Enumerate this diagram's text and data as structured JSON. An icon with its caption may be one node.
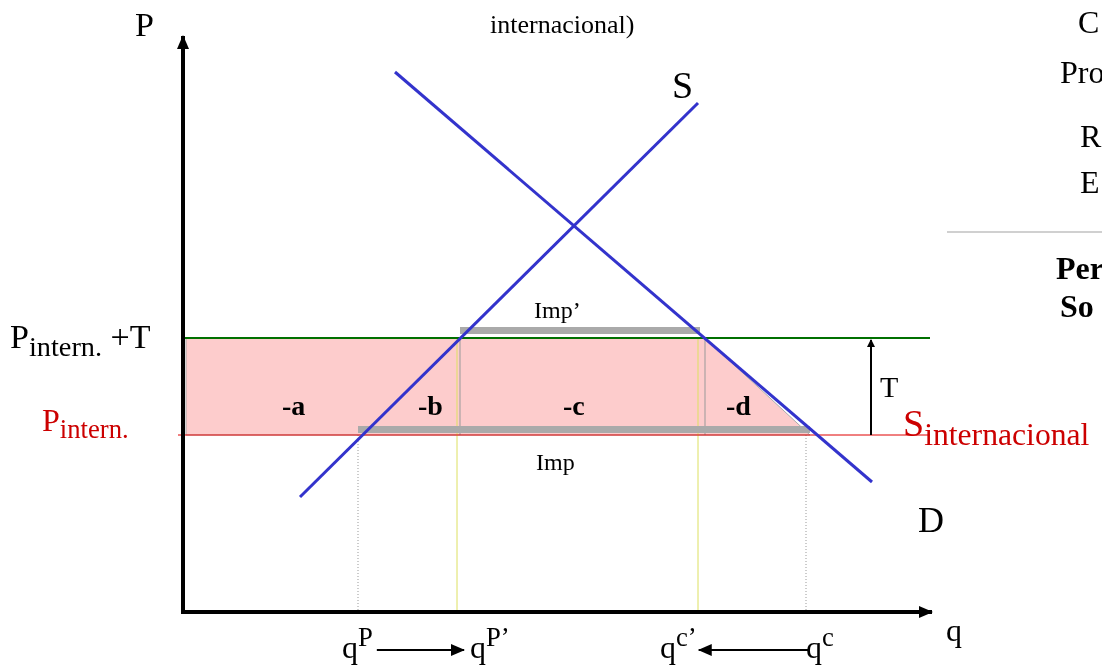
{
  "diagram": {
    "nodes": [
      {
        "text": [
          "q$^{P}$"
        ]
      },
      {
        "text": [
          "q$^{P’}$"
        ]
      },
      {
        "text": [
          "q$^{c’}$"
        ]
      },
      {
        "text": [
          "q$^{c}$"
        ]
      }
    ],
    "edges": [
      {
        "from": 0,
        "to": 1,
        "arrow": "to"
      },
      {
        "from": 3,
        "to": 2,
        "arrow": "to"
      }
    ],
    "labels": [
      "internacional)",
      "P",
      "S",
      "Imp’",
      "P$_{intern.}$ +T",
      "-a",
      "-b",
      "-c",
      "-d",
      "T",
      "P$_{intern.}$",
      "S$_{internacional}$",
      "Imp",
      "D",
      "q",
      "C",
      "Pro",
      "R",
      "E",
      "Per",
      "So"
    ]
  }
}
